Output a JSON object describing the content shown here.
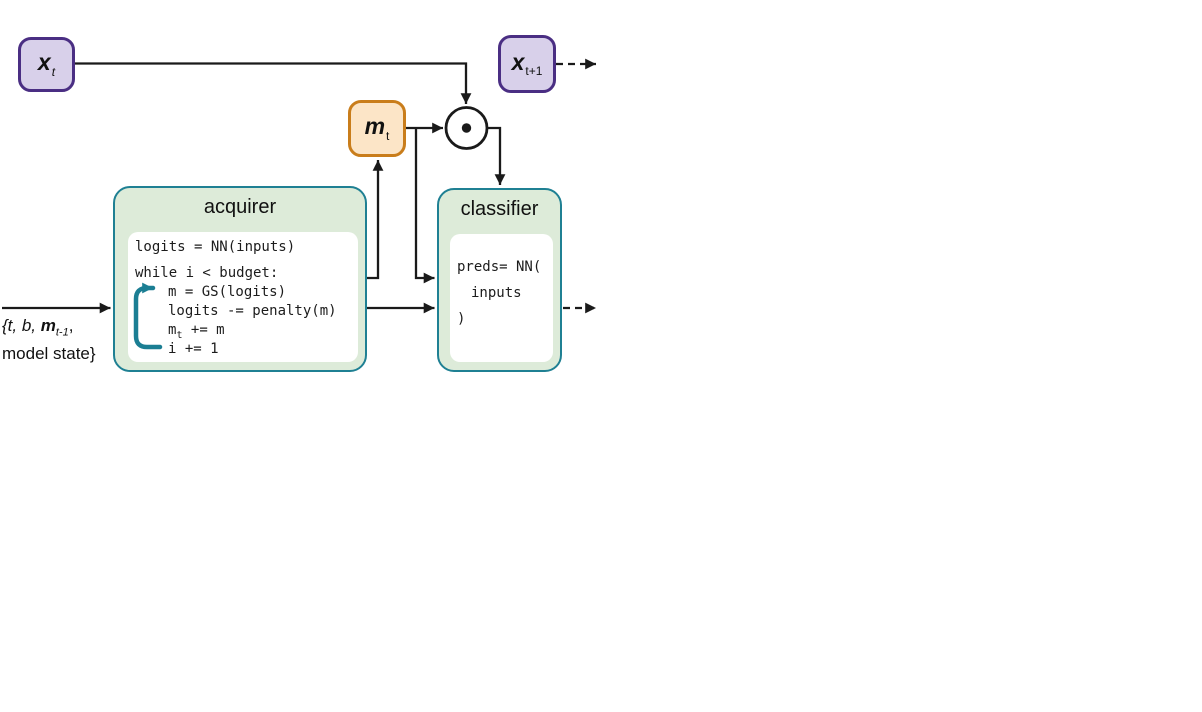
{
  "nodes": {
    "x_t": {
      "base": "x",
      "sub": "t"
    },
    "x_t_plus_1": {
      "base": "x",
      "sub": "t+1"
    },
    "m_t": {
      "base": "m",
      "sub": "t"
    }
  },
  "acquirer": {
    "title": "acquirer",
    "code": {
      "line1": "logits = NN(inputs)",
      "line2": "while i < budget:",
      "line3": "m = GS(logits)",
      "line4": "logits -= penalty(m)",
      "line5_base": "m",
      "line5_sub": "t",
      "line5_rest": " += m",
      "line6": "i += 1"
    }
  },
  "classifier": {
    "title": "classifier",
    "code": {
      "line1": "preds= NN(",
      "line2": "inputs",
      "line3": ")"
    }
  },
  "input_label": {
    "prefix": "{t, b, ",
    "mask_base": "m",
    "mask_sub": "t-1",
    "suffix": ",",
    "line2": "model state}"
  },
  "icons": {
    "elementwise_product": "⊙"
  },
  "colors": {
    "purple_fill": "#d8d0ea",
    "purple_border": "#4a2e83",
    "orange_fill": "#fce5c7",
    "orange_border": "#c97d1b",
    "green_fill": "#ddebd9",
    "teal_border": "#1f8093",
    "loop_arrow": "#1b7e93",
    "line": "#1a1a1a"
  }
}
